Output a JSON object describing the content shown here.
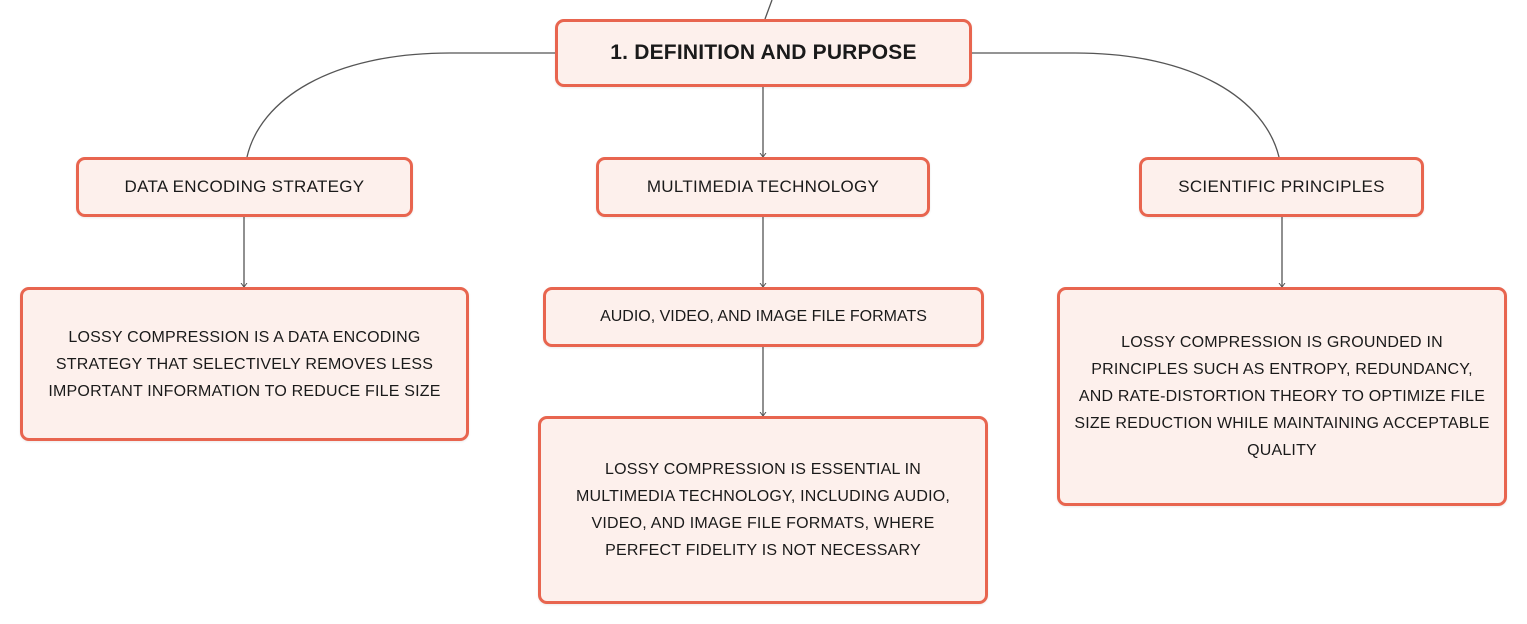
{
  "root": {
    "label": "1. DEFINITION AND PURPOSE"
  },
  "branches": [
    {
      "label": "DATA ENCODING STRATEGY",
      "detail": "LOSSY COMPRESSION IS A DATA ENCODING STRATEGY THAT SELECTIVELY REMOVES LESS IMPORTANT INFORMATION TO REDUCE FILE SIZE"
    },
    {
      "label": "MULTIMEDIA TECHNOLOGY",
      "sub": "AUDIO, VIDEO, AND IMAGE FILE FORMATS",
      "detail": "LOSSY COMPRESSION IS ESSENTIAL IN MULTIMEDIA TECHNOLOGY, INCLUDING AUDIO, VIDEO, AND IMAGE FILE FORMATS, WHERE PERFECT FIDELITY IS NOT NECESSARY"
    },
    {
      "label": "SCIENTIFIC PRINCIPLES",
      "detail": "LOSSY COMPRESSION IS GROUNDED IN PRINCIPLES SUCH AS ENTROPY, REDUNDANCY, AND RATE-DISTORTION THEORY TO OPTIMIZE FILE SIZE REDUCTION WHILE MAINTAINING ACCEPTABLE QUALITY"
    }
  ],
  "colors": {
    "node_border": "#e8654f",
    "node_fill": "#fdf0ec",
    "connector": "#555555"
  }
}
